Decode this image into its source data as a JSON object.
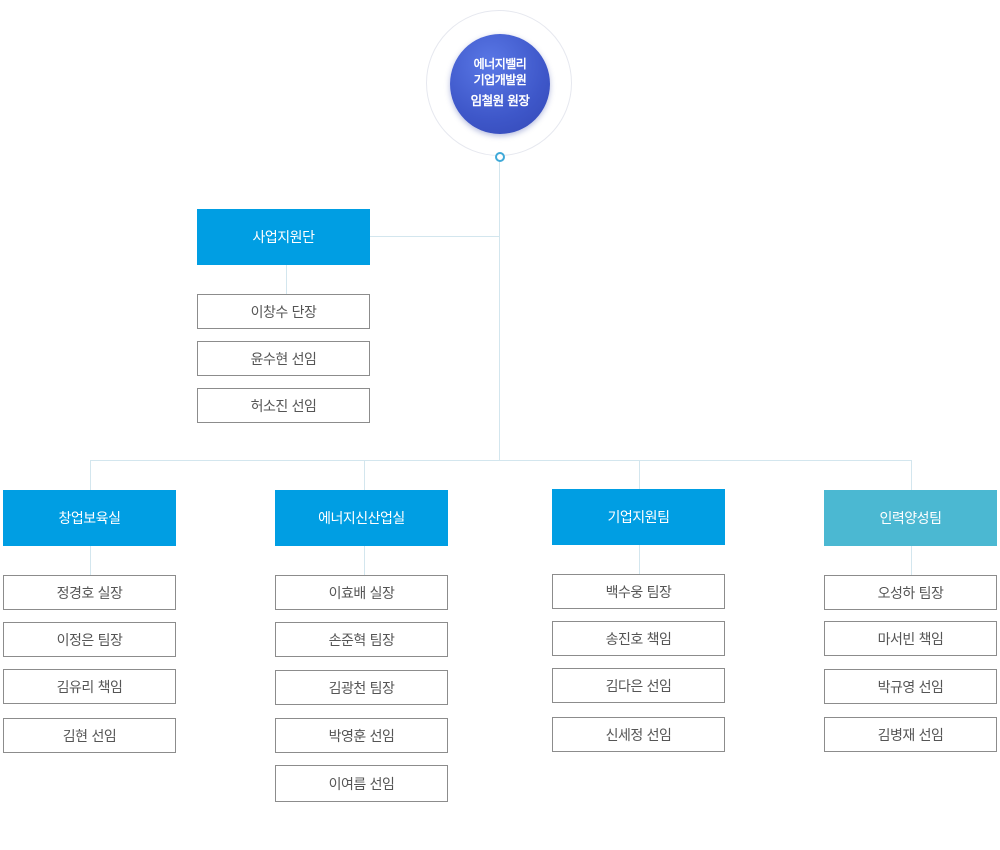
{
  "head": {
    "title_line1": "에너지밸리",
    "title_line2": "기업개발원",
    "name": "임철원 원장"
  },
  "support": {
    "name": "사업지원단",
    "members": [
      "이창수 단장",
      "윤수현 선임",
      "허소진 선임"
    ]
  },
  "departments": [
    {
      "name": "창업보육실",
      "members": [
        "정경호 실장",
        "이정은 팀장",
        "김유리 책임",
        "김현 선임"
      ]
    },
    {
      "name": "에너지신산업실",
      "members": [
        "이효배 실장",
        "손준혁 팀장",
        "김광천 팀장",
        "박영훈 선임",
        "이여름 선임"
      ]
    },
    {
      "name": "기업지원팀",
      "members": [
        "백수웅 팀장",
        "송진호 책임",
        "김다은 선임",
        "신세정 선임"
      ]
    },
    {
      "name": "인력양성팀",
      "members": [
        "오성하 팀장",
        "마서빈 책임",
        "박규영 선임",
        "김병재 선임"
      ]
    }
  ],
  "colors": {
    "dept": "#009ee3",
    "dept_alt": "#4bb8d2",
    "head": "#3e57c9",
    "connector": "#d3e6ee"
  }
}
